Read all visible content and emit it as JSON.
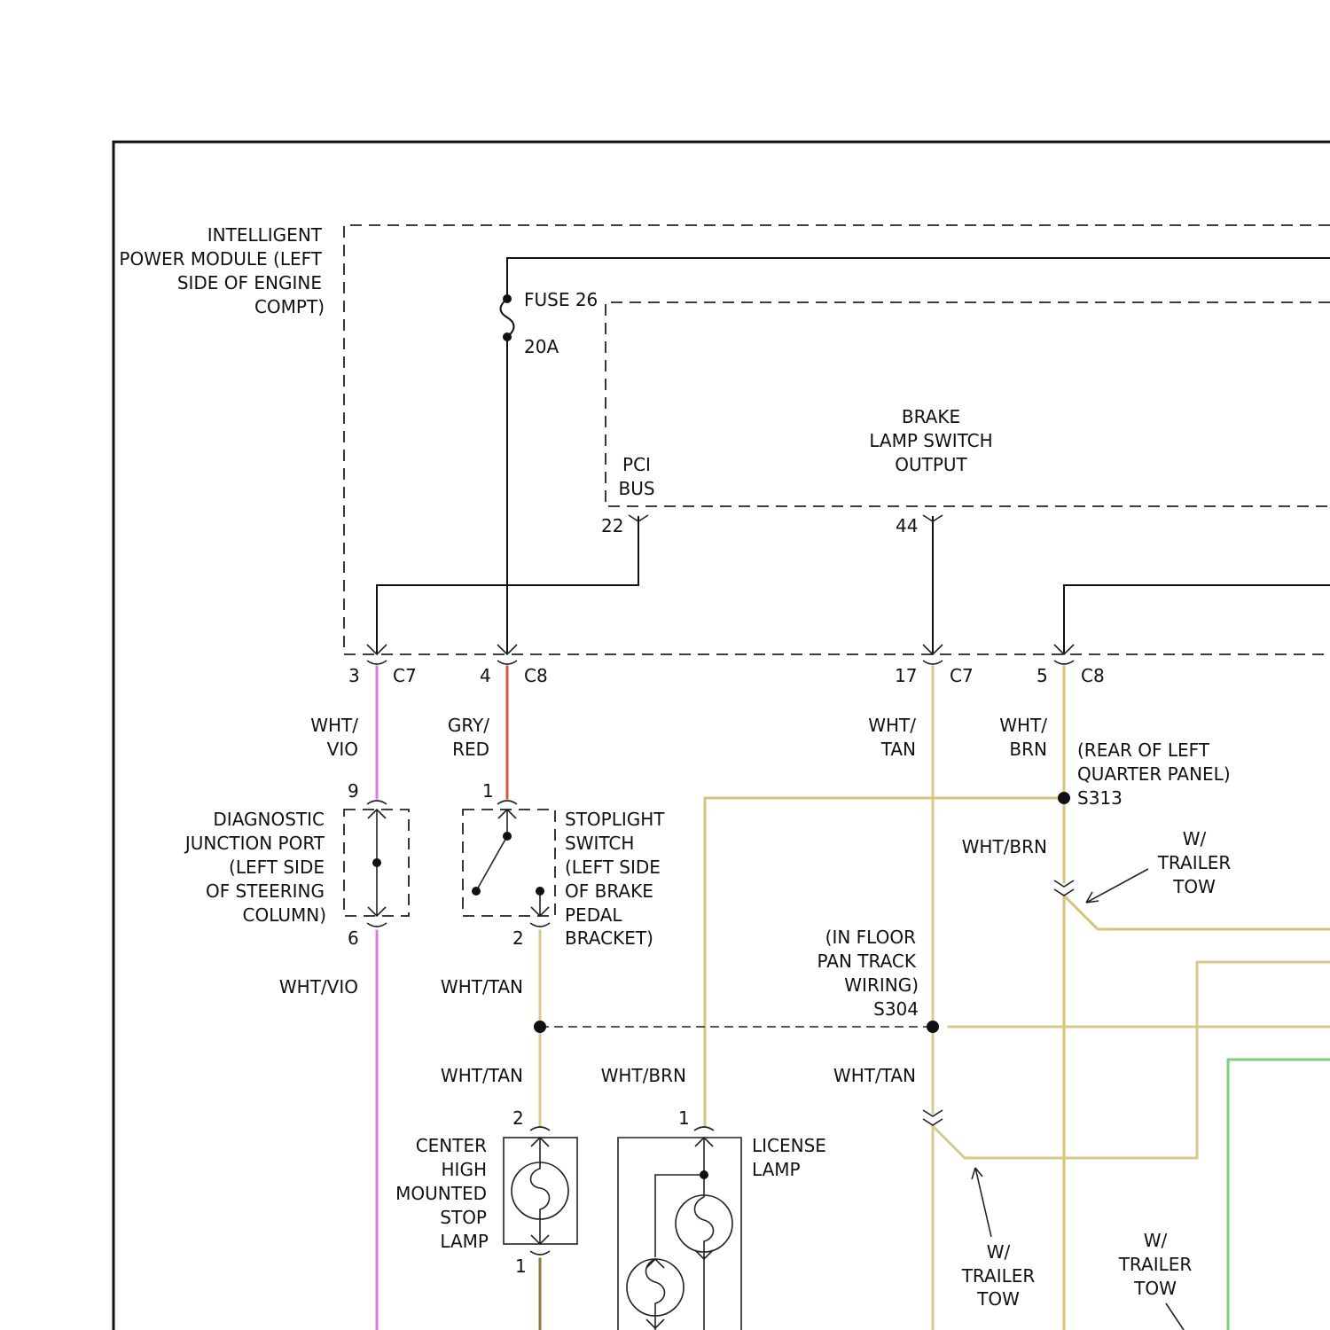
{
  "colors": {
    "wht_vio": "#e07ad8",
    "gry_red": "#d9534f",
    "wht_tan": "#d9c98c",
    "wht_brn": "#d7c37a",
    "green": "#7ccf7c",
    "black": "#111111"
  },
  "modules": {
    "ipm": [
      "INTELLIGENT",
      "POWER MODULE (LEFT",
      "SIDE OF ENGINE",
      "COMPT)"
    ],
    "fuse_name": "FUSE 26",
    "fuse_rating": "20A",
    "pci_bus": [
      "PCI",
      "BUS"
    ],
    "brake_output": [
      "BRAKE",
      "LAMP SWITCH",
      "OUTPUT"
    ]
  },
  "pins": {
    "p22": "22",
    "p44": "44",
    "p3": "3",
    "c7_a": "C7",
    "p4": "4",
    "c8_a": "C8",
    "p17": "17",
    "c7_b": "C7",
    "p5": "5",
    "c8_b": "C8",
    "p9": "9",
    "p6": "6",
    "p1_stop": "1",
    "p2_stop": "2",
    "p2_chmsl": "2",
    "p1_chmsl": "1",
    "p1_lic": "1"
  },
  "wires": {
    "wht_vio_top": [
      "WHT/",
      "VIO"
    ],
    "gry_red": [
      "GRY/",
      "RED"
    ],
    "wht_tan_top": [
      "WHT/",
      "TAN"
    ],
    "wht_brn_top": [
      "WHT/",
      "BRN"
    ],
    "wht_vio_low": "WHT/VIO",
    "wht_tan_a": "WHT/TAN",
    "wht_tan_b": "WHT/TAN",
    "wht_brn_low": "WHT/BRN",
    "wht_tan_c": "WHT/TAN",
    "wht_brn_right": "WHT/BRN"
  },
  "components": {
    "diag_port": [
      "DIAGNOSTIC",
      "JUNCTION PORT",
      "(LEFT SIDE",
      "OF STEERING",
      "COLUMN)"
    ],
    "stoplight": [
      "STOPLIGHT",
      "SWITCH",
      "(LEFT SIDE",
      "OF BRAKE",
      "PEDAL",
      "BRACKET)"
    ],
    "chmsl": [
      "CENTER",
      "HIGH",
      "MOUNTED",
      "STOP",
      "LAMP"
    ],
    "license": [
      "LICENSE",
      "LAMP"
    ]
  },
  "splices": {
    "s313_loc": [
      "(REAR OF LEFT",
      "QUARTER PANEL)"
    ],
    "s313": "S313",
    "s304_loc": [
      "(IN FLOOR",
      "PAN TRACK",
      "WIRING)"
    ],
    "s304": "S304"
  },
  "notes": {
    "trailer_tow_1": [
      "W/",
      "TRAILER",
      "TOW"
    ],
    "trailer_tow_2": [
      "W/",
      "TRAILER",
      "TOW"
    ],
    "trailer_tow_3": [
      "W/",
      "TRAILER",
      "TOW"
    ]
  }
}
